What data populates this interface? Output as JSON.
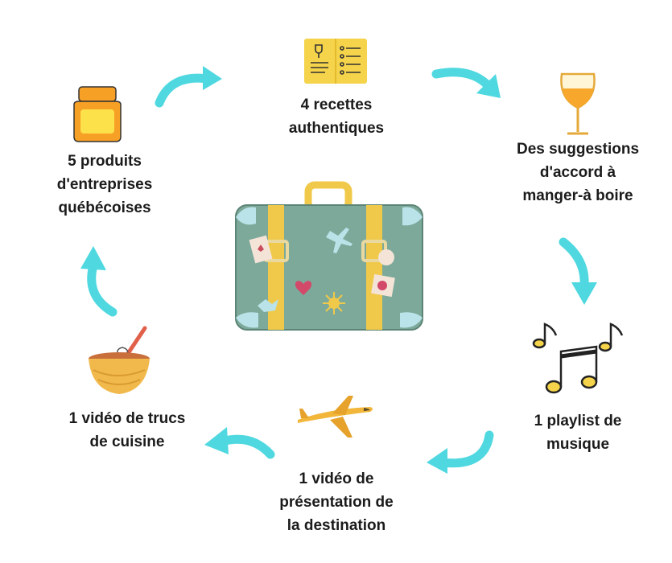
{
  "colors": {
    "arrow": "#4fd8e0",
    "suitcase": "#7da99a",
    "strap": "#f0c94a",
    "text": "#1b1b1b"
  },
  "items": [
    {
      "id": "recipes",
      "icon": "recipe-card-icon",
      "lines": [
        "4 recettes",
        "authentiques"
      ]
    },
    {
      "id": "pairings",
      "icon": "wine-glass-icon",
      "lines": [
        "Des suggestions",
        "d'accord à",
        "manger-à boire"
      ]
    },
    {
      "id": "playlist",
      "icon": "music-notes-icon",
      "lines": [
        "1 playlist de",
        "musique"
      ]
    },
    {
      "id": "destination-video",
      "icon": "airplane-icon",
      "lines": [
        "1 vidéo de",
        "présentation de",
        "la destination"
      ]
    },
    {
      "id": "cooking-video",
      "icon": "mixing-bowl-icon",
      "lines": [
        "1 vidéo de trucs",
        "de cuisine"
      ]
    },
    {
      "id": "products",
      "icon": "jar-icon",
      "lines": [
        "5 produits",
        "d'entreprises",
        "québécoises"
      ]
    }
  ],
  "center": {
    "icon": "suitcase-icon"
  }
}
